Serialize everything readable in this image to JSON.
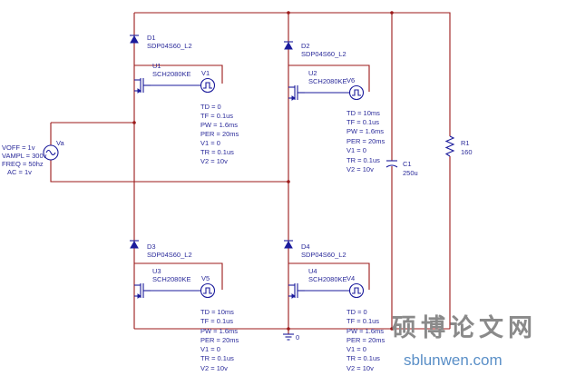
{
  "diodes": [
    {
      "ref": "D1",
      "model": "SDP04S60_L2"
    },
    {
      "ref": "D2",
      "model": "SDP04S60_L2"
    },
    {
      "ref": "D3",
      "model": "SDP04S60_L2"
    },
    {
      "ref": "D4",
      "model": "SDP04S60_L2"
    }
  ],
  "switches": [
    {
      "ref": "U1",
      "model": "SCH2080KE"
    },
    {
      "ref": "U2",
      "model": "SCH2080KE"
    },
    {
      "ref": "U3",
      "model": "SCH2080KE"
    },
    {
      "ref": "U4",
      "model": "SCH2080KE"
    }
  ],
  "pulse_sources": [
    {
      "ref": "V1",
      "params": [
        "TD = 0",
        "TF = 0.1us",
        "PW = 1.6ms",
        "PER = 20ms",
        "V1 = 0",
        "TR = 0.1us",
        "V2 = 10v"
      ]
    },
    {
      "ref": "V6",
      "params": [
        "TD = 10ms",
        "TF = 0.1us",
        "PW = 1.6ms",
        "PER = 20ms",
        "V1 = 0",
        "TR = 0.1us",
        "V2 = 10v"
      ]
    },
    {
      "ref": "V5",
      "params": [
        "TD = 10ms",
        "TF = 0.1us",
        "PW = 1.6ms",
        "PER = 20ms",
        "V1 = 0",
        "TR = 0.1us",
        "V2 = 10v"
      ]
    },
    {
      "ref": "V4",
      "params": [
        "TD = 0",
        "TF = 0.1us",
        "PW = 1.6ms",
        "PER = 20ms",
        "V1 = 0",
        "TR = 0.1us",
        "V2 = 10v"
      ]
    }
  ],
  "ac_source": {
    "ref": "Va",
    "params": [
      "VOFF = 1v",
      "VAMPL = 300v",
      "FREQ = 50hz",
      "AC = 1v"
    ]
  },
  "capacitor": {
    "ref": "C1",
    "value": "250u"
  },
  "resistor": {
    "ref": "R1",
    "value": "160"
  },
  "ground": {
    "label": "0"
  },
  "watermark": {
    "chinese": "硕博论文网",
    "url": "sblunwen.com"
  },
  "colors": {
    "wire": "#9c1a1a",
    "component": "#1b1b9c",
    "label": "#2a2a9a"
  }
}
